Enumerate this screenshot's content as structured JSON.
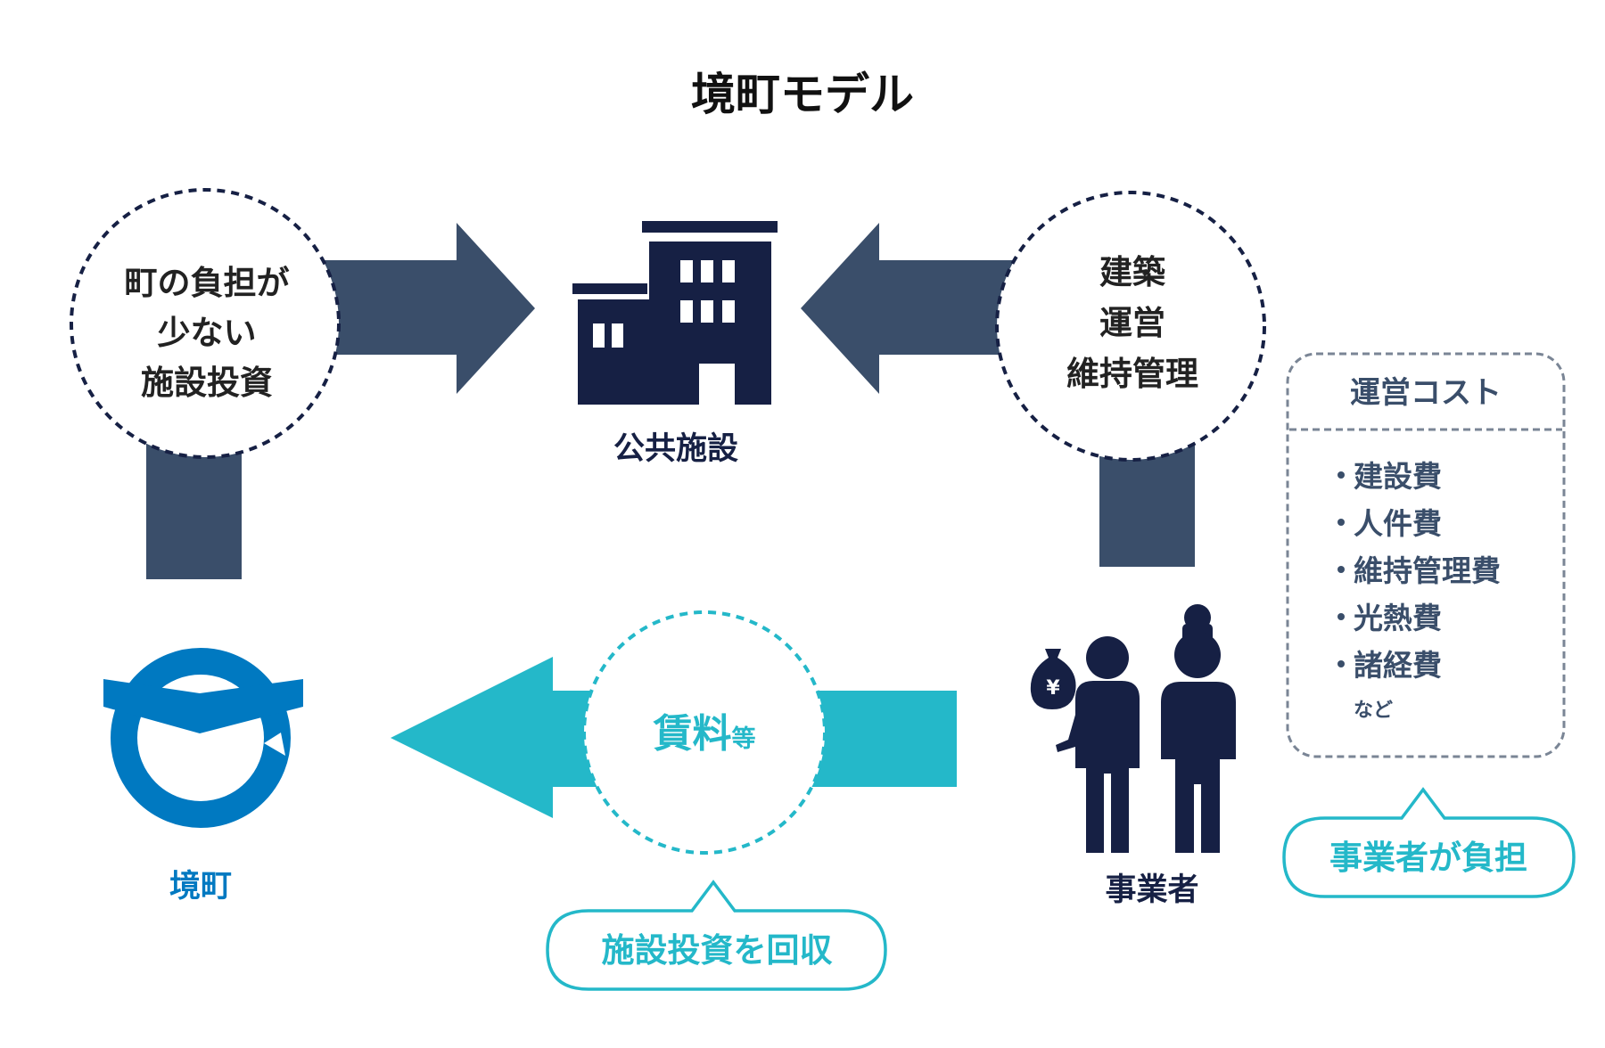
{
  "title": "境町モデル",
  "circle_left": [
    "町の負担が",
    "少ない",
    "施設投資"
  ],
  "circle_right": [
    "建築",
    "運営",
    "維持管理"
  ],
  "circle_bottom": {
    "main": "賃料",
    "suffix": "等"
  },
  "nodes": {
    "facility": "公共施設",
    "town": "境町",
    "operator": "事業者"
  },
  "yen_sign": "¥",
  "cost_box": {
    "title": "運営コスト",
    "items": [
      "建設費",
      "人件費",
      "維持管理費",
      "光熱費",
      "諸経費"
    ],
    "etc": "など"
  },
  "bubble_operator": "事業者が負担",
  "bubble_recover": "施設投資を回収",
  "colors": {
    "navy": "#162044",
    "arrow_navy": "#3a4e6a",
    "teal": "#24b8c9",
    "town_blue": "#0079c1",
    "box_border": "#7a8595"
  }
}
